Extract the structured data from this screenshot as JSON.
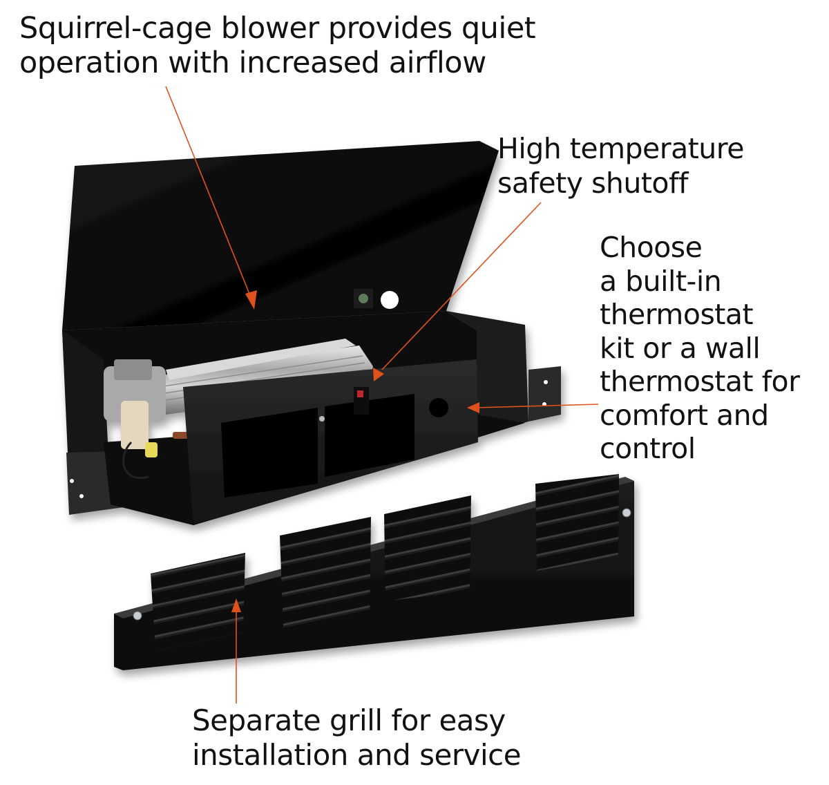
{
  "diagram": {
    "subject": "Kickspace heater with squirrel-cage blower and separate grill",
    "background": "#ffffff",
    "arrow_color": "#e0521c",
    "text_color": "#111111",
    "product_color": "#0d0d0d",
    "callouts": [
      {
        "id": "blower",
        "lines": [
          "Squirrel-cage blower provides quiet",
          "operation with increased airflow"
        ],
        "points_to": "squirrel-cage blower"
      },
      {
        "id": "shutoff",
        "lines": [
          "High temperature",
          "safety shutoff"
        ],
        "points_to": "safety shutoff switch"
      },
      {
        "id": "thermostat",
        "lines": [
          "Choose",
          "a built-in",
          "thermostat",
          "kit or a wall",
          "thermostat for",
          "comfort and",
          "control"
        ],
        "points_to": "thermostat knockout hole"
      },
      {
        "id": "grill",
        "lines": [
          "Separate grill for easy",
          "installation and service"
        ],
        "points_to": "front grill"
      }
    ]
  }
}
